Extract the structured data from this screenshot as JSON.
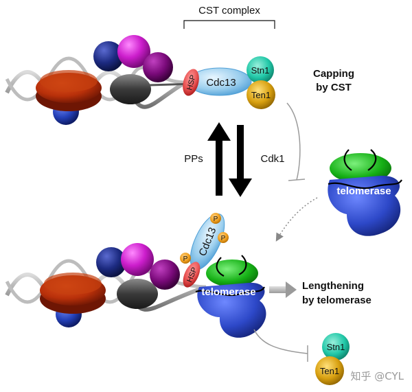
{
  "top_state": {
    "bracket_label": "CST complex",
    "hsp_label": "HSP",
    "cdc13_label": "Cdc13",
    "stn1_label": "Stn1",
    "ten1_label": "Ten1",
    "outcome_line1": "Capping",
    "outcome_line2": "by CST"
  },
  "transition": {
    "up_arrow_label": "PPs",
    "down_arrow_label": "Cdk1"
  },
  "free_telomerase": {
    "label": "telomerase"
  },
  "bottom_state": {
    "hsp_label": "HSP",
    "cdc13_label": "Cdc13",
    "phospho_label": "P",
    "telomerase_label": "telomerase",
    "outcome_line1": "Lengthening",
    "outcome_line2": "by telomerase"
  },
  "released": {
    "stn1_label": "Stn1",
    "ten1_label": "Ten1"
  },
  "watermark": "知乎 @CYL",
  "colors": {
    "histone_red": "#b8300a",
    "nucleosome_navy": "#1c2a80",
    "magenta": "#cc1ecc",
    "purple": "#7a0a7a",
    "cdc13_blue": "#9ccfee",
    "hsp_red": "#e85050",
    "stn1_teal": "#22c8a8",
    "ten1_gold": "#d8a010",
    "telomerase_blue": "#2d48c8",
    "telomerase_green": "#16b016",
    "phospho_orange": "#f0a020"
  }
}
